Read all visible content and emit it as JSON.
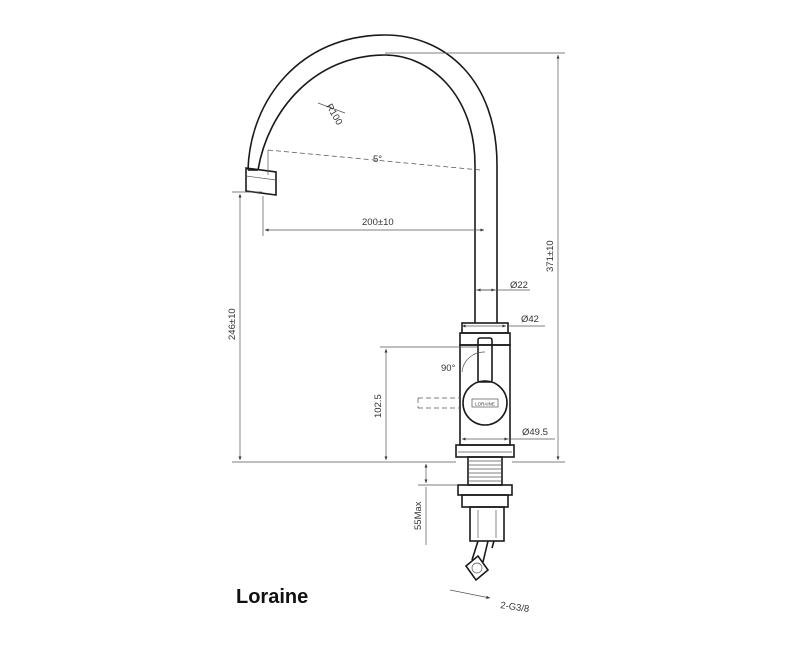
{
  "product_name": "Loraine",
  "dimensions": {
    "radius": "R100",
    "angle_spout": "5°",
    "reach": "200±10",
    "total_height": "371±10",
    "spout_height": "246±10",
    "spout_diameter": "Ø22",
    "body_diameter": "Ø42",
    "lever_angle": "90°",
    "lever_height": "102.5",
    "base_diameter": "Ø49.5",
    "max_deck": "55Max",
    "connection": "2-G3/8"
  },
  "brand_mark": "LORAINE",
  "colors": {
    "line": "#1a1a1a",
    "dimension": "#555555",
    "text": "#333333"
  }
}
